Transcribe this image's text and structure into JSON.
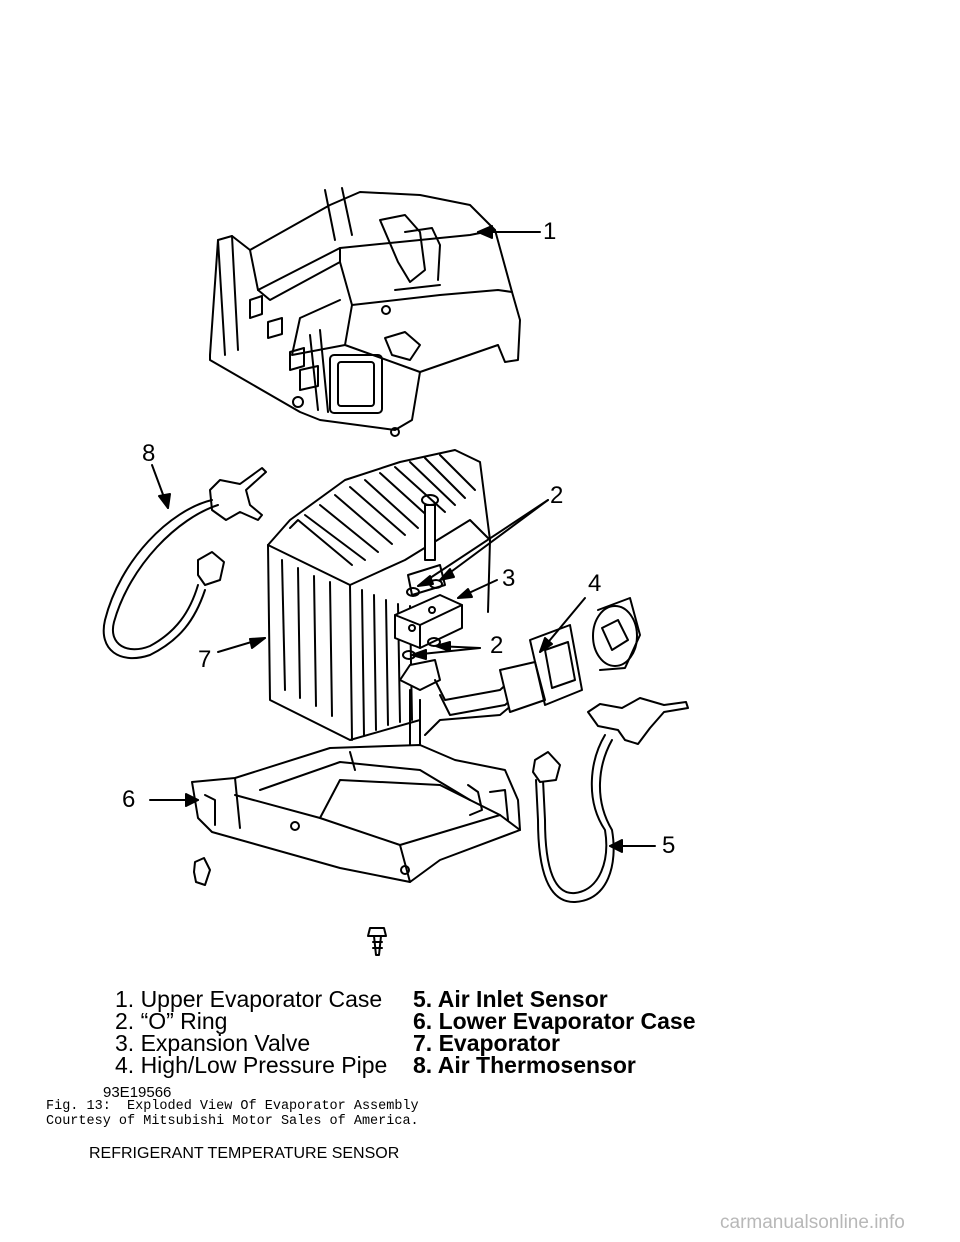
{
  "callouts": [
    "1",
    "2",
    "3",
    "4",
    "2",
    "5",
    "6",
    "7",
    "8"
  ],
  "legend": [
    "1. Upper Evaporator Case",
    "2. “O” Ring",
    "3. Expansion Valve",
    "4. High/Low Pressure Pipe",
    "5. Air Inlet Sensor",
    "6. Lower Evaporator Case",
    "7. Evaporator",
    "8. Air Thermosensor"
  ],
  "figure_code": "93E19566",
  "caption_line1": "Fig. 13:  Exploded View Of Evaporator Assembly",
  "caption_line2": "Courtesy of Mitsubishi Motor Sales of America.",
  "section_heading": "REFRIGERANT TEMPERATURE SENSOR",
  "watermark": "carmanualsonline.info"
}
